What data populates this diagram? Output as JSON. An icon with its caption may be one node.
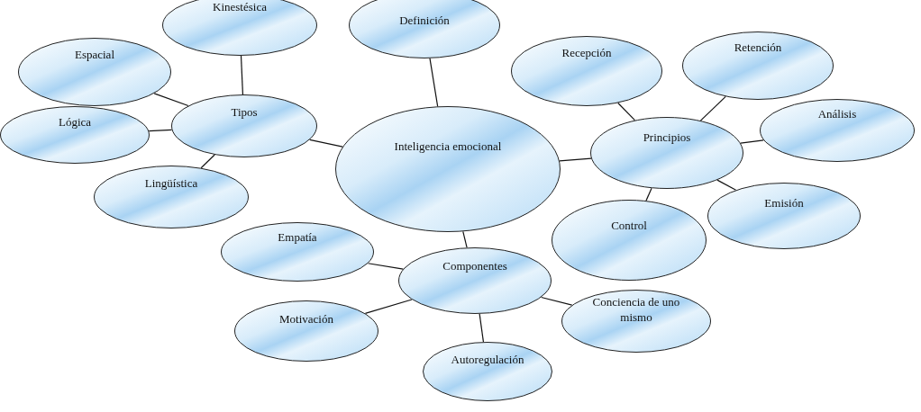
{
  "diagram": {
    "nodes": [
      {
        "text": [
          "Inteligencia emocional"
        ]
      },
      {
        "text": [
          "Definición"
        ]
      },
      {
        "text": [
          "Tipos"
        ]
      },
      {
        "text": [
          "Kinestésica"
        ]
      },
      {
        "text": [
          "Espacial"
        ]
      },
      {
        "text": [
          "Lógica"
        ]
      },
      {
        "text": [
          "Lingüística"
        ]
      },
      {
        "text": [
          "Principios"
        ]
      },
      {
        "text": [
          "Recepción"
        ]
      },
      {
        "text": [
          "Retención"
        ]
      },
      {
        "text": [
          "Análisis"
        ]
      },
      {
        "text": [
          "Emisión"
        ]
      },
      {
        "text": [
          "Control"
        ]
      },
      {
        "text": [
          "Componentes"
        ]
      },
      {
        "text": [
          "Empatía"
        ]
      },
      {
        "text": [
          "Motivación"
        ]
      },
      {
        "text": [
          "Autoregulación"
        ]
      },
      {
        "text": [
          "Conciencia de uno mismo"
        ]
      }
    ],
    "edges": [
      {
        "from": 0,
        "to": 1,
        "arrow": "none"
      },
      {
        "from": 0,
        "to": 2,
        "arrow": "none"
      },
      {
        "from": 2,
        "to": 3,
        "arrow": "none"
      },
      {
        "from": 2,
        "to": 4,
        "arrow": "none"
      },
      {
        "from": 2,
        "to": 5,
        "arrow": "none"
      },
      {
        "from": 2,
        "to": 6,
        "arrow": "none"
      },
      {
        "from": 0,
        "to": 7,
        "arrow": "none"
      },
      {
        "from": 7,
        "to": 8,
        "arrow": "none"
      },
      {
        "from": 7,
        "to": 9,
        "arrow": "none"
      },
      {
        "from": 7,
        "to": 10,
        "arrow": "none"
      },
      {
        "from": 7,
        "to": 11,
        "arrow": "none"
      },
      {
        "from": 7,
        "to": 12,
        "arrow": "none"
      },
      {
        "from": 0,
        "to": 13,
        "arrow": "none"
      },
      {
        "from": 13,
        "to": 14,
        "arrow": "none"
      },
      {
        "from": 13,
        "to": 15,
        "arrow": "none"
      },
      {
        "from": 13,
        "to": 16,
        "arrow": "none"
      },
      {
        "from": 13,
        "to": 17,
        "arrow": "none"
      }
    ]
  }
}
